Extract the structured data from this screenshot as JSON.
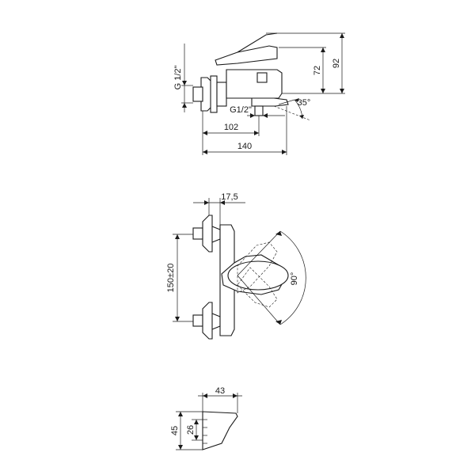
{
  "views": {
    "side": {
      "dim_thread_wall": "G 1/2\"",
      "dim_thread_outlet": "G1/2\"",
      "dim_height_body": "72",
      "dim_height_total": "92",
      "dim_angle_outlet": "35°",
      "dim_depth_outlet": "102",
      "dim_depth_total": "140"
    },
    "front": {
      "dim_wall_offset": "17,5",
      "dim_centers": "150±20",
      "dim_lever_rotation": "90°"
    },
    "profile": {
      "dim_width": "43",
      "dim_height_total": "45",
      "dim_height_inner": "26"
    }
  }
}
